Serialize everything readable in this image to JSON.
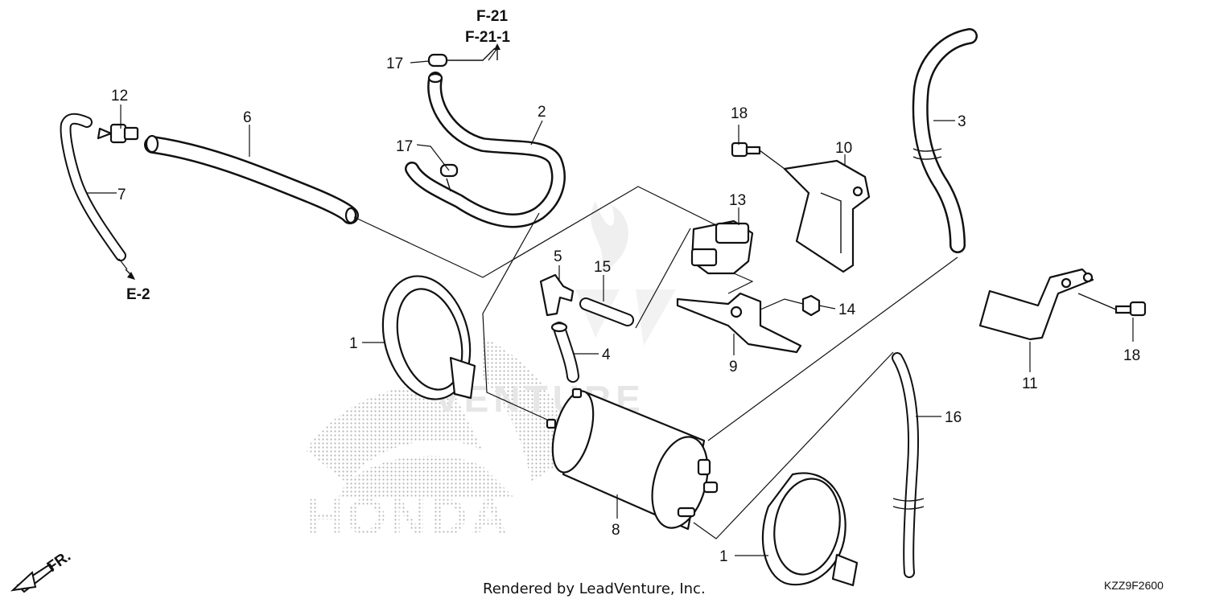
{
  "callouts": {
    "c1a": "1",
    "c1b": "1",
    "c2": "2",
    "c3": "3",
    "c4": "4",
    "c5": "5",
    "c6": "6",
    "c7": "7",
    "c8": "8",
    "c9": "9",
    "c10": "10",
    "c11": "11",
    "c12": "12",
    "c13": "13",
    "c14": "14",
    "c15": "15",
    "c16": "16",
    "c17a": "17",
    "c17b": "17",
    "c18a": "18",
    "c18b": "18"
  },
  "references": {
    "f21": "F-21",
    "f211": "F-21-1",
    "e2": "E-2"
  },
  "direction": "FR.",
  "footer": "Rendered by LeadVenture, Inc.",
  "diagram_code": "KZZ9F2600",
  "watermark": {
    "brand": "HONDA",
    "text": "VENTURE"
  },
  "colors": {
    "line": "#111111",
    "background": "#ffffff",
    "watermark": "#e6e6e6"
  }
}
